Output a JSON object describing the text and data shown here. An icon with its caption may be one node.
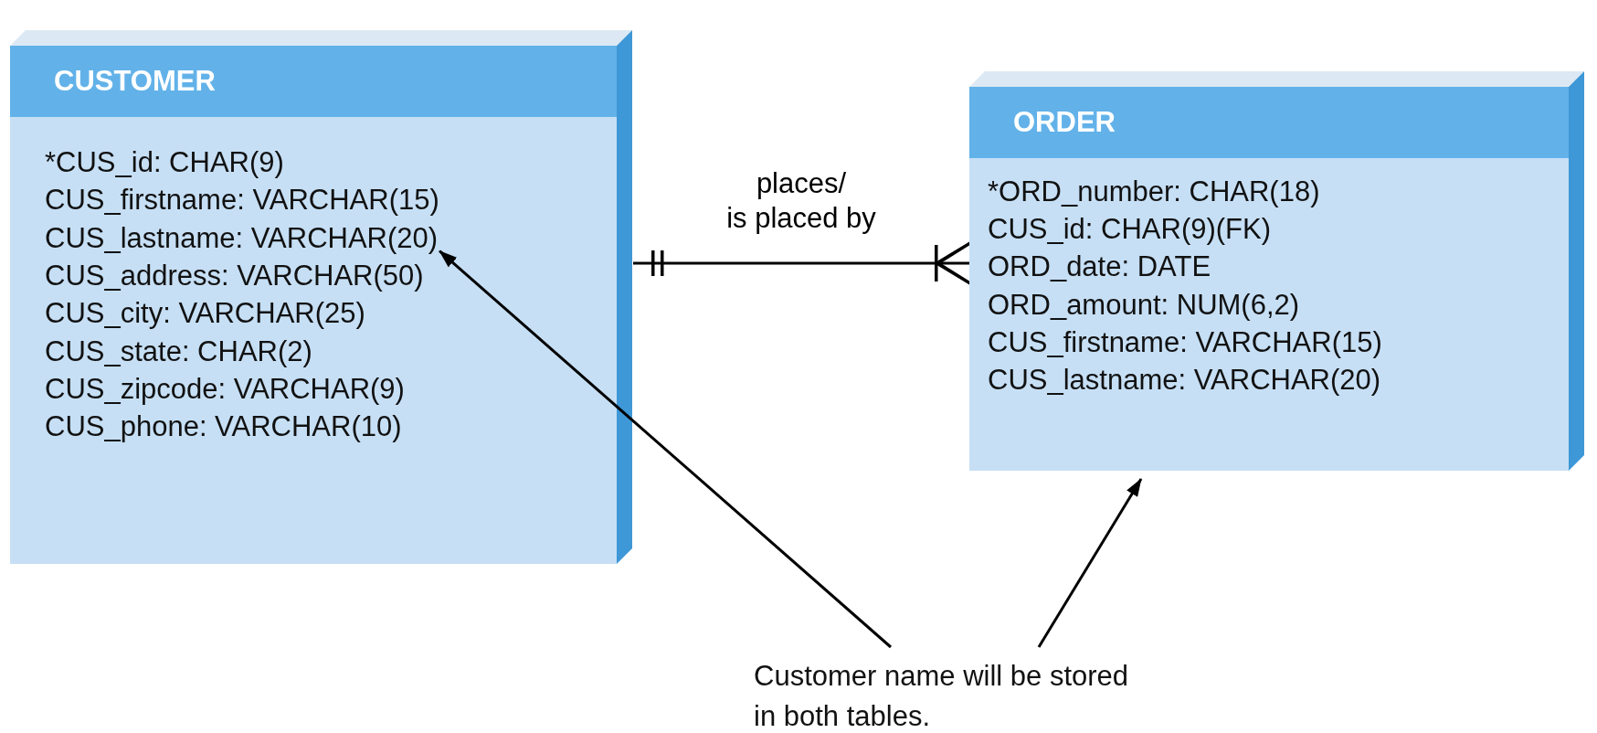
{
  "diagram": {
    "nodes": [
      {
        "text": [
          "CUSTOMER"
        ]
      },
      {
        "text": [
          "*CUS_id: CHAR(9)"
        ],
        "in": 0
      },
      {
        "text": [
          "CUS_firstname: VARCHAR(15)"
        ],
        "in": 0
      },
      {
        "text": [
          "CUS_lastname: VARCHAR(20)"
        ],
        "in": 0
      },
      {
        "text": [
          "CUS_address: VARCHAR(50)"
        ],
        "in": 0
      },
      {
        "text": [
          "CUS_city: VARCHAR(25)"
        ],
        "in": 0
      },
      {
        "text": [
          "CUS_state: CHAR(2)"
        ],
        "in": 0
      },
      {
        "text": [
          "CUS_zipcode: VARCHAR(9)"
        ],
        "in": 0
      },
      {
        "text": [
          "CUS_phone: VARCHAR(10)"
        ],
        "in": 0
      },
      {
        "text": [
          "ORDER"
        ]
      },
      {
        "text": [
          "*ORD_number: CHAR(18)"
        ],
        "in": 9
      },
      {
        "text": [
          "CUS_id: CHAR(9)(FK)"
        ],
        "in": 9
      },
      {
        "text": [
          "ORD_date: DATE"
        ],
        "in": 9
      },
      {
        "text": [
          "ORD_amount: NUM(6,2)"
        ],
        "in": 9
      },
      {
        "text": [
          "CUS_firstname: VARCHAR(15)"
        ],
        "in": 9
      },
      {
        "text": [
          "CUS_lastname: VARCHAR(20)"
        ],
        "in": 9
      },
      {
        "text": [
          "Customer name will be stored in both tables."
        ]
      }
    ],
    "edges": [
      {
        "from": 0,
        "to": 9,
        "arrow": "other",
        "label": "places/ is placed by"
      },
      {
        "from": 16,
        "to": 3,
        "arrow": "to"
      },
      {
        "from": 16,
        "to": 9,
        "arrow": "to"
      }
    ]
  }
}
